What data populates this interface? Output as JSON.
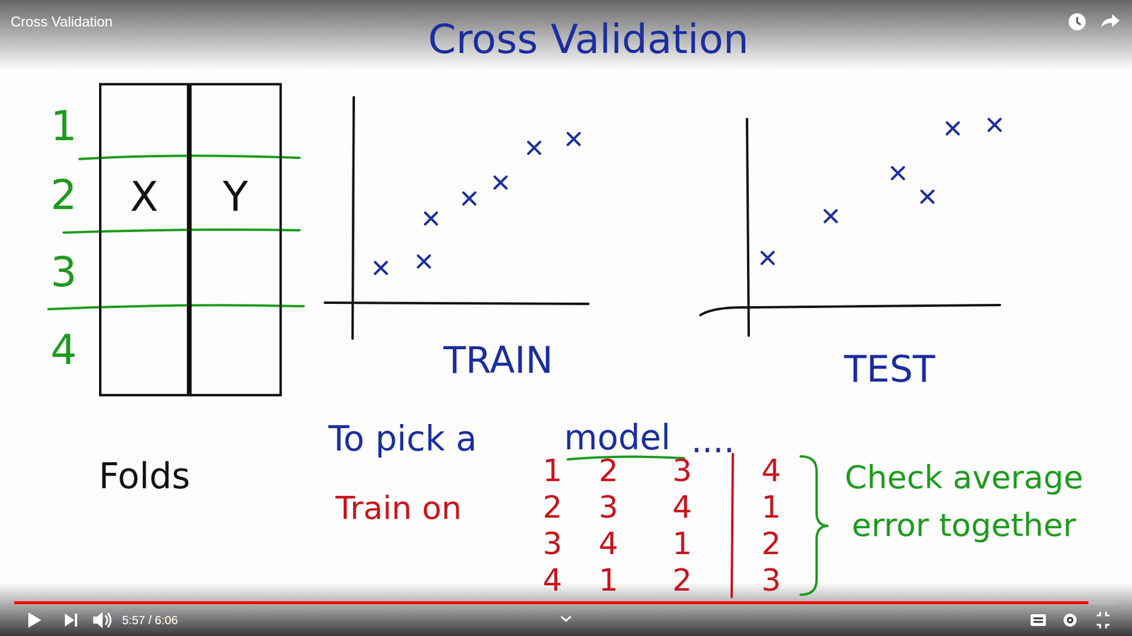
{
  "diagram": {
    "title": "Cross Validation",
    "nodes": [
      {
        "text": [
          "X"
        ]
      },
      {
        "text": [
          "Y"
        ]
      }
    ],
    "labels": [
      "Cross Validation",
      "1",
      "2",
      "3",
      "4",
      "TRAIN",
      "TEST",
      "Folds",
      "To pick a",
      "model",
      "....",
      "Train on",
      "1",
      "2",
      "3",
      "4",
      "2",
      "3",
      "4",
      "1",
      "3",
      "4",
      "1",
      "2",
      "4",
      "1",
      "2",
      "3",
      "Check average error together",
      "5:57 / 6:06"
    ]
  }
}
